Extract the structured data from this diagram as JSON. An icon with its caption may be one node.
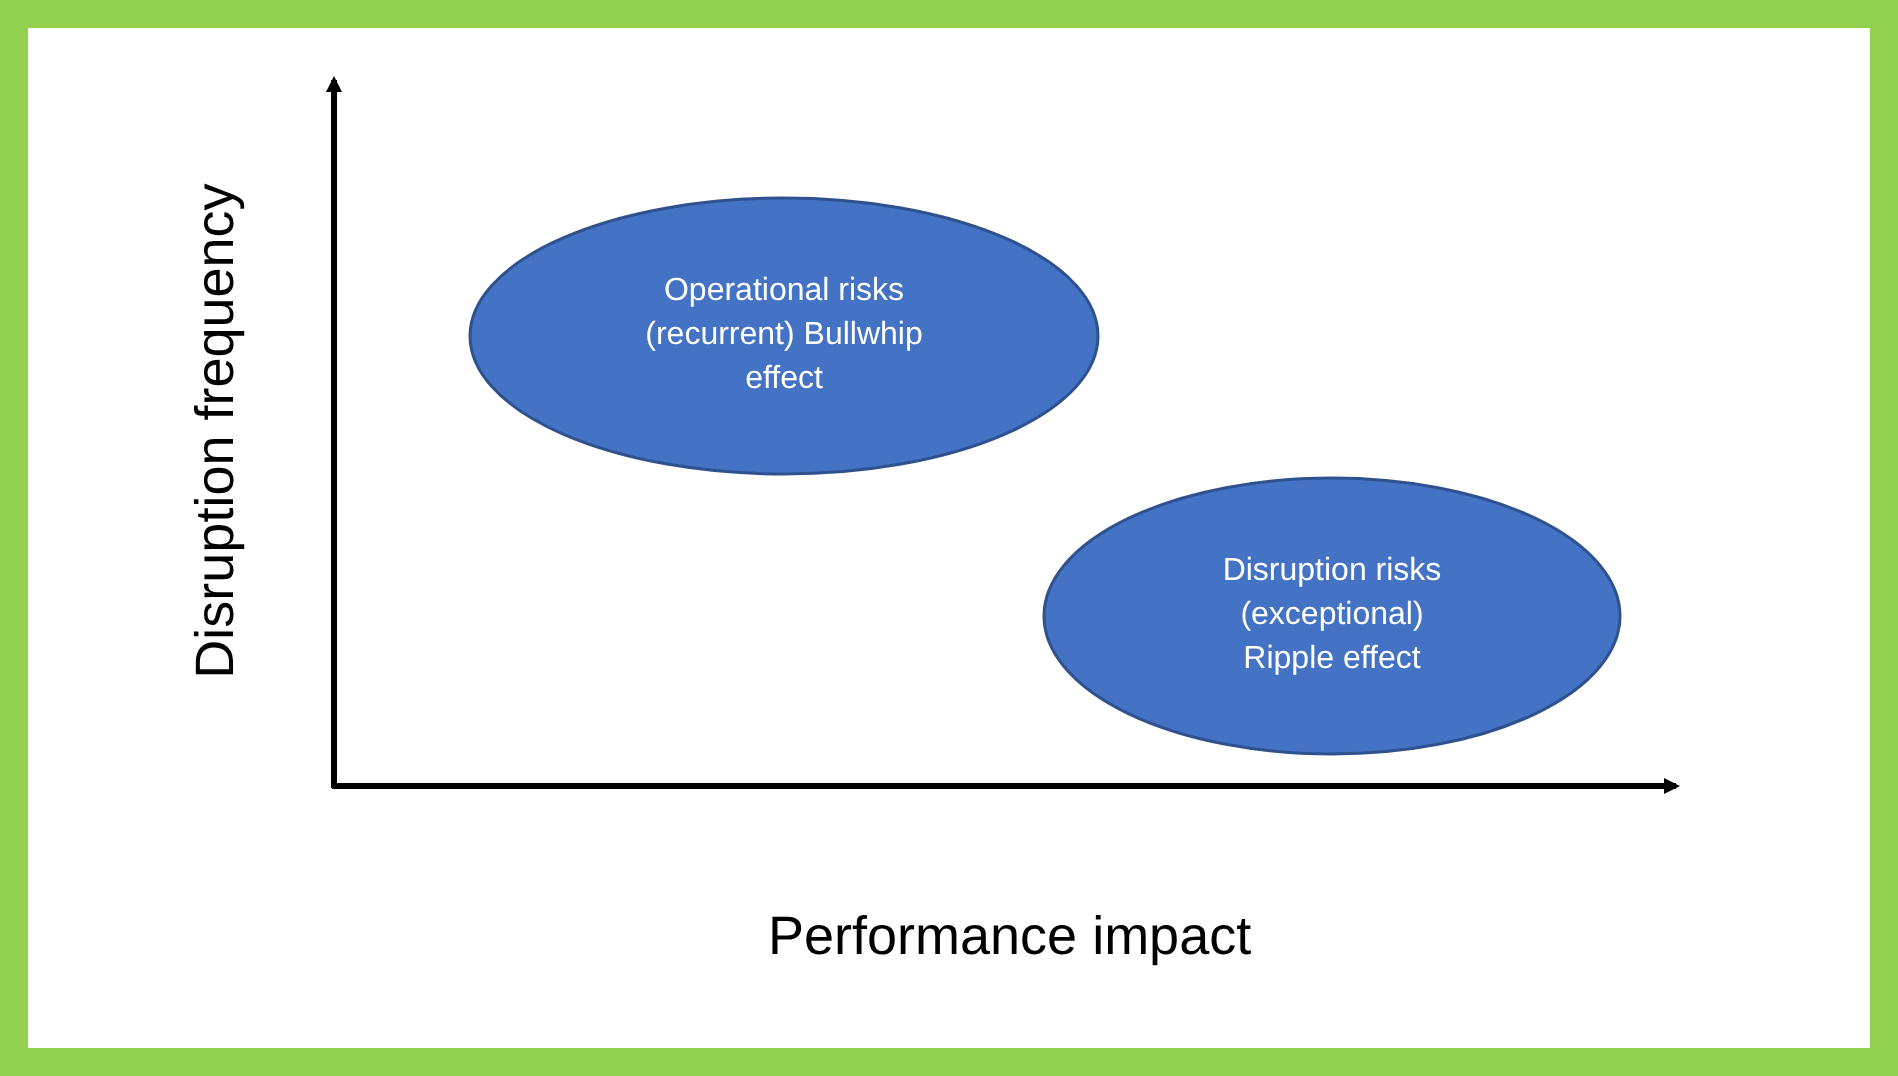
{
  "diagram": {
    "nodes": [
      {
        "text": [
          "Operational risks (recurrent) Bullwhip effect"
        ]
      },
      {
        "text": [
          "Disruption risks (exceptional) Ripple effect"
        ]
      }
    ],
    "labels": [
      "Disruption frequency",
      "Performance impact"
    ]
  }
}
